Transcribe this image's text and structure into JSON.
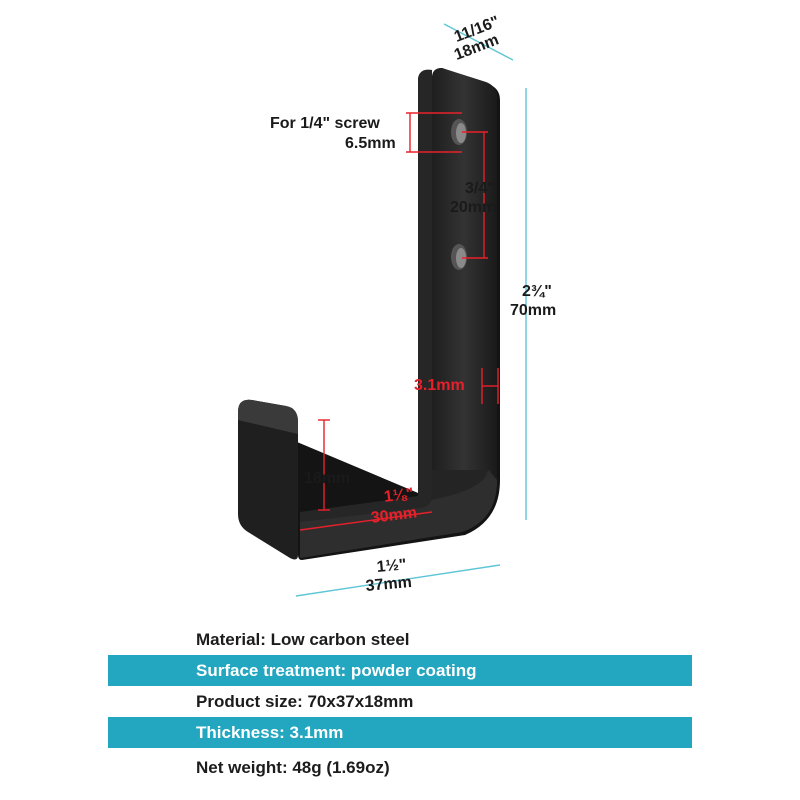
{
  "colors": {
    "accent_band": "#23a6bf",
    "dimension_red": "#e8202a",
    "dimension_cyan": "#5ec6d6",
    "steel": "#2a2a2a"
  },
  "dimensions": {
    "depth_in": "11/16\"",
    "depth_mm": "18mm",
    "screw_label": "For 1/4\" screw",
    "screw_mm": "6.5mm",
    "hole_spacing_in": "3/4\"",
    "hole_spacing_mm": "20mm",
    "height_in": "2¾\"",
    "height_mm": "70mm",
    "thickness_mm": "3.1mm",
    "lip_height_mm": "18mm",
    "inner_width_in": "1⅛\"",
    "inner_width_mm": "30mm",
    "width_in": "1½\"",
    "width_mm": "37mm"
  },
  "specs": [
    {
      "text": "Material: Low carbon steel",
      "highlight": false
    },
    {
      "text": "Surface treatment: powder coating",
      "highlight": true
    },
    {
      "text": "Product size: 70x37x18mm",
      "highlight": false
    },
    {
      "text": "Thickness: 3.1mm",
      "highlight": true
    },
    {
      "text": "Net weight: 48g (1.69oz)",
      "highlight": false
    }
  ]
}
